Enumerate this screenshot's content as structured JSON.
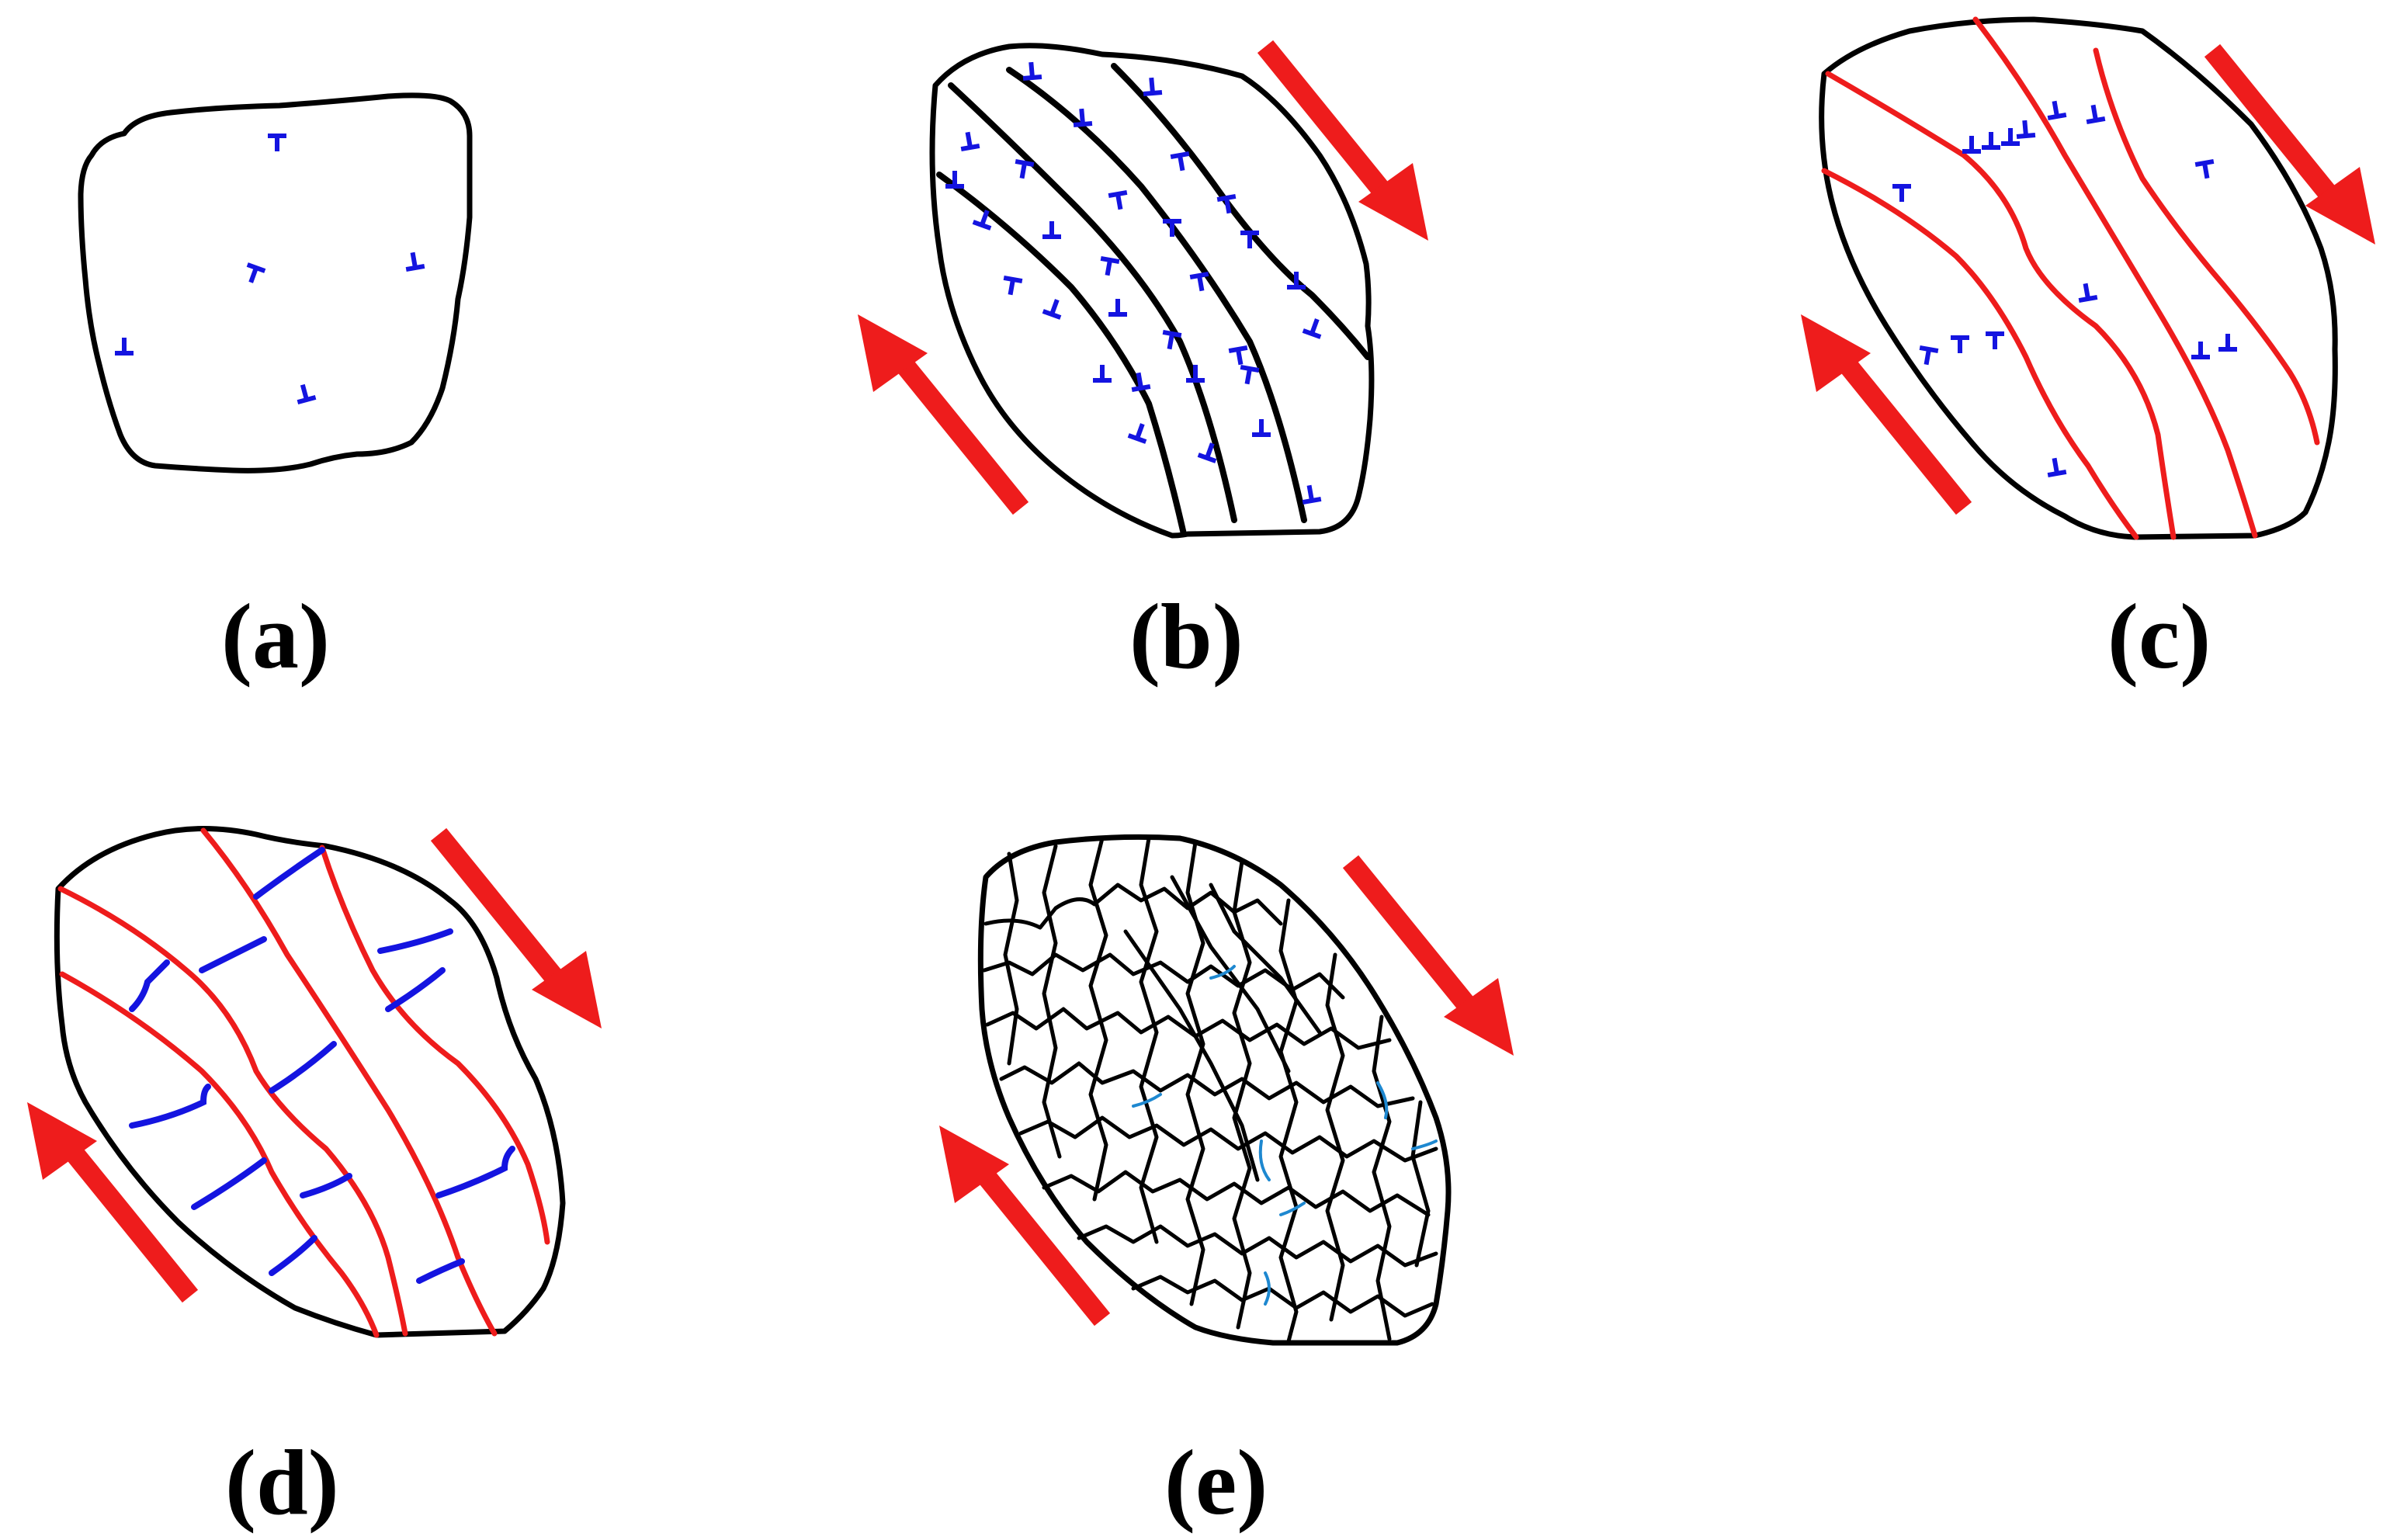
{
  "figure": {
    "panels": [
      {
        "id": "a",
        "label": "(a)"
      },
      {
        "id": "b",
        "label": "(b)"
      },
      {
        "id": "c",
        "label": "(c)"
      },
      {
        "id": "d",
        "label": "(d)"
      },
      {
        "id": "e",
        "label": "(e)"
      }
    ],
    "colors": {
      "outline": "#000000",
      "shear_arrow": "#ee1c1c",
      "slip_band_red": "#ee1c1c",
      "dislocation": "#1414e0",
      "dislocation_wall": "#1414e0",
      "subgrain_boundary": "#1e88d0"
    },
    "symbols": {
      "dislocation_marker": "edge-dislocation-icon",
      "shear_arrow": "arrow-icon"
    }
  }
}
